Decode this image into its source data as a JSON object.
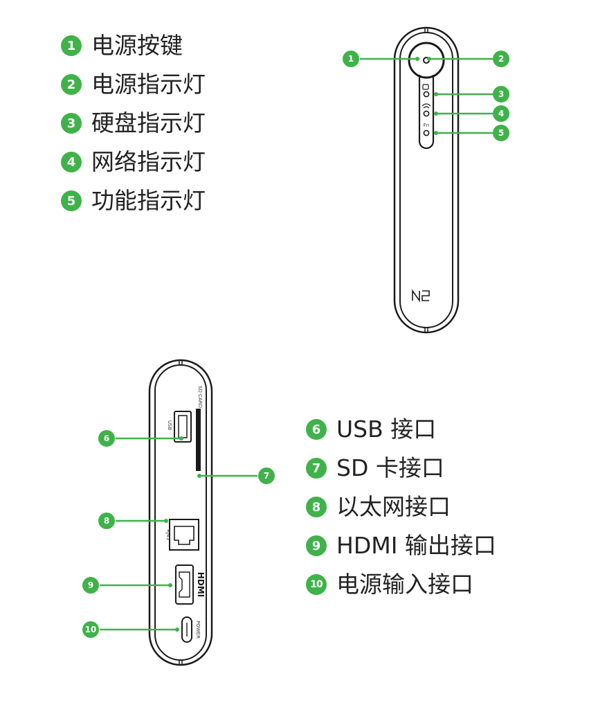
{
  "legend_top": [
    {
      "num": "1",
      "text": "电源按键"
    },
    {
      "num": "2",
      "text": "电源指示灯"
    },
    {
      "num": "3",
      "text": "硬盘指示灯"
    },
    {
      "num": "4",
      "text": "网络指示灯"
    },
    {
      "num": "5",
      "text": "功能指示灯"
    }
  ],
  "legend_bottom": [
    {
      "num": "6",
      "text": "USB 接口"
    },
    {
      "num": "7",
      "text": "SD 卡接口"
    },
    {
      "num": "8",
      "text": "以太网接口"
    },
    {
      "num": "9",
      "text": "HDMI 输出接口"
    },
    {
      "num": "10",
      "text": "电源输入接口"
    }
  ],
  "front_device": {
    "model_logo": "N2",
    "indicator_icons": [
      "power-ring-icon",
      "disk-icon",
      "wifi-icon",
      "fn-icon"
    ],
    "fn_label": "Fn",
    "callouts": [
      "1",
      "2",
      "3",
      "4",
      "5"
    ]
  },
  "side_device": {
    "port_labels": {
      "usb": "USB",
      "sd": "SD CARD",
      "rj45": "RJ45",
      "hdmi": "HDMI",
      "power": "POWER"
    },
    "callouts": [
      "6",
      "7",
      "8",
      "9",
      "10"
    ]
  },
  "colors": {
    "accent": "#3fb24a",
    "outline": "#1a1a1a",
    "text": "#222222"
  }
}
